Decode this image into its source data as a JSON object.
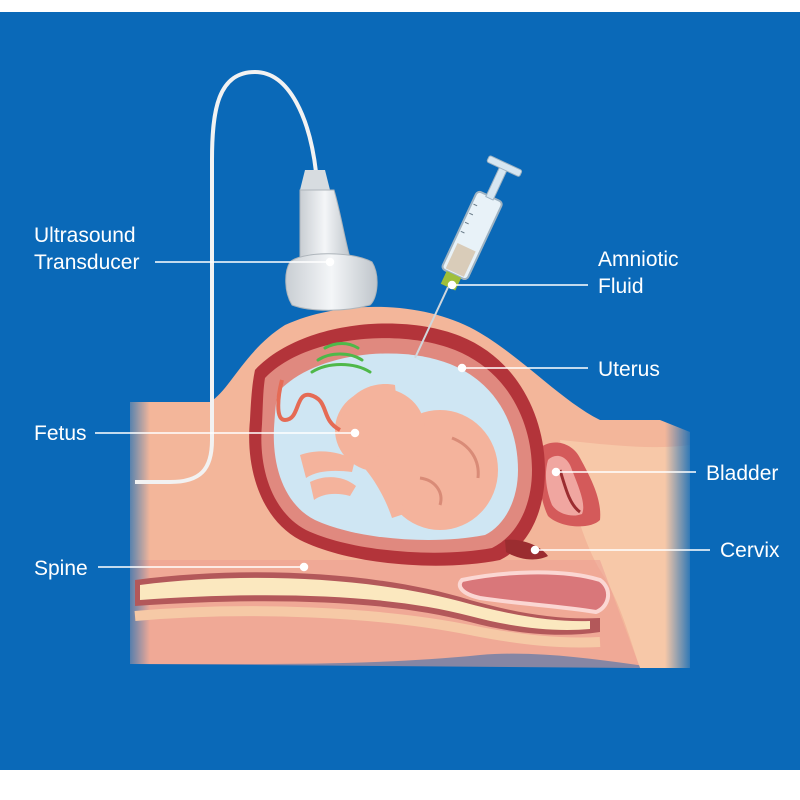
{
  "colors": {
    "background": "#0a69b8",
    "border": "#ffffff",
    "skin": "#f3b69a",
    "uterus_wall": "#b3343a",
    "amniotic_fluid": "#cfe6f3",
    "fetus": "#f4b39c",
    "spine": "#fbe8bf",
    "leader_line": "#ffffff",
    "ultrasound_waves": "#4fb849"
  },
  "labels": {
    "ultrasound_line1": "Ultrasound",
    "ultrasound_line2": "Transducer",
    "amniotic_line1": "Amniotic",
    "amniotic_line2": "Fluid",
    "uterus": "Uterus",
    "fetus": "Fetus",
    "bladder": "Bladder",
    "cervix": "Cervix",
    "spine": "Spine"
  }
}
